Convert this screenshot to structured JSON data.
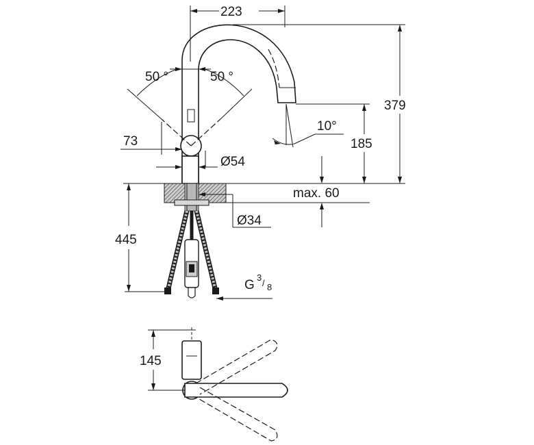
{
  "dimensions": {
    "spout_reach": "223",
    "total_height": "379",
    "spout_height": "185",
    "swivel_left": "50 °",
    "swivel_right": "50 °",
    "handle_offset": "73",
    "handle_diameter": "Ø54",
    "spray_angle": "10°",
    "max_thickness": "max. 60",
    "hole_diameter": "Ø34",
    "hose_length": "445",
    "connection_thread": "G",
    "connection_fraction_num": "3",
    "connection_fraction_den": "8",
    "top_view_depth": "145"
  }
}
